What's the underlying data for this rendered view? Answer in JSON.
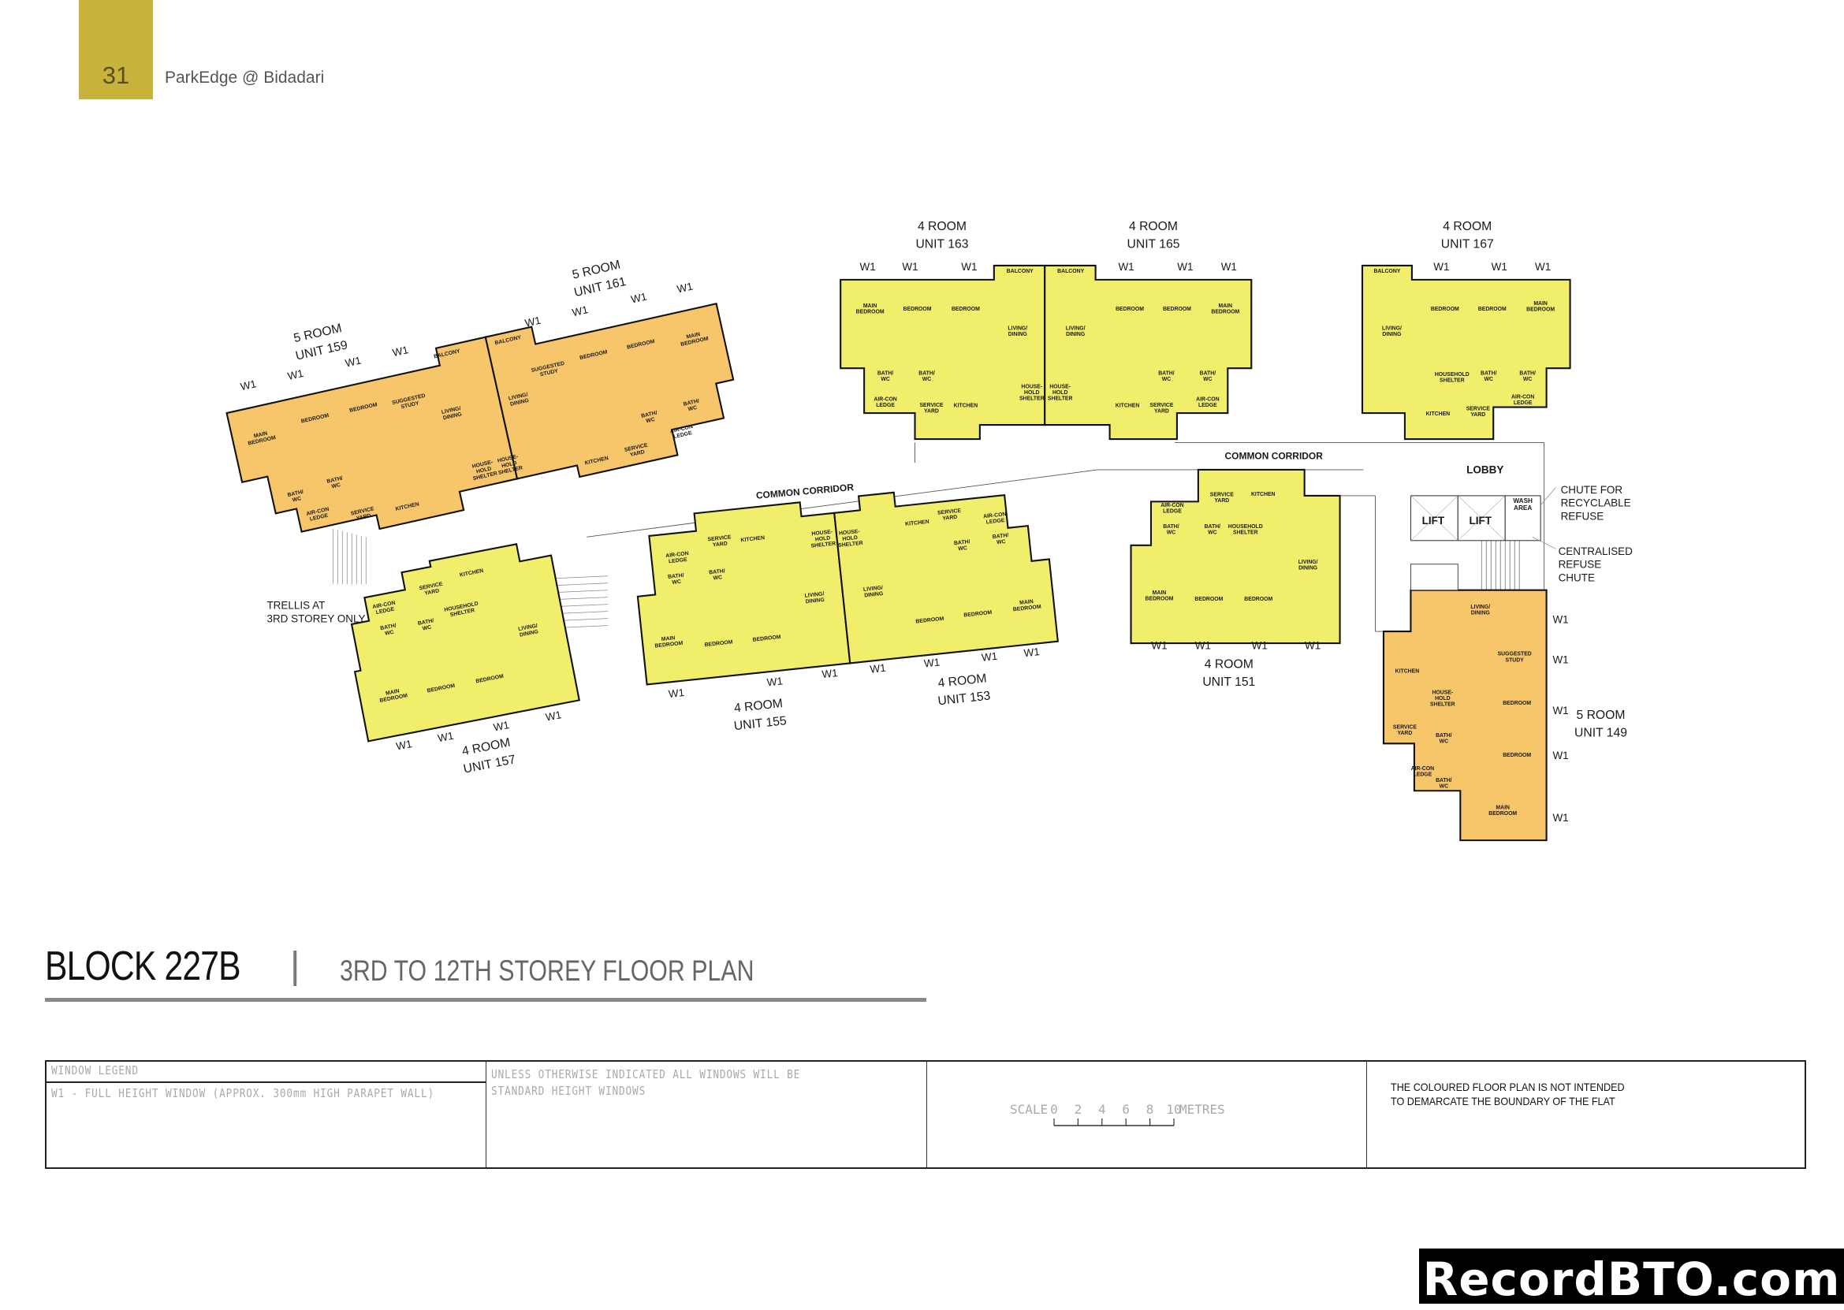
{
  "header": {
    "page_number": "31",
    "project": "ParkEdge @ Bidadari"
  },
  "title": {
    "block": "BLOCK 227B",
    "separator": "|",
    "subtitle": "3RD TO 12TH STOREY FLOOR PLAN"
  },
  "colors": {
    "five_room": "#F7C56A",
    "four_room": "#F1EE6C",
    "badge": "#C8B23C"
  },
  "units": [
    {
      "type": "4 ROOM",
      "unit": "UNIT 163",
      "rooms": [
        "MAIN BEDROOM",
        "BEDROOM",
        "BEDROOM",
        "LIVING/ DINING",
        "BATH/ WC",
        "BATH/ WC",
        "AIR-CON LEDGE",
        "SERVICE YARD",
        "KITCHEN",
        "HOUSE- HOLD SHELTER",
        "BALCONY"
      ],
      "windows": [
        "W1",
        "W1",
        "W1"
      ]
    },
    {
      "type": "4 ROOM",
      "unit": "UNIT 165",
      "rooms": [
        "BALCONY",
        "LIVING/ DINING",
        "BEDROOM",
        "BEDROOM",
        "MAIN BEDROOM",
        "BATH/ WC",
        "BATH/ WC",
        "KITCHEN",
        "SERVICE YARD",
        "AIR-CON LEDGE",
        "HOUSE- HOLD SHELTER"
      ],
      "windows": [
        "W1",
        "W1",
        "W1"
      ]
    },
    {
      "type": "4 ROOM",
      "unit": "UNIT 167",
      "rooms": [
        "BALCONY",
        "LIVING/ DINING",
        "BEDROOM",
        "BEDROOM",
        "MAIN BEDROOM",
        "HOUSEHOLD SHELTER",
        "BATH/ WC",
        "BATH/ WC",
        "AIR-CON LEDGE",
        "KITCHEN",
        "SERVICE YARD"
      ],
      "windows": [
        "W1",
        "W1",
        "W1"
      ]
    },
    {
      "type": "5 ROOM",
      "unit": "UNIT 159",
      "rooms": [
        "MAIN BEDROOM",
        "BEDROOM",
        "BEDROOM",
        "SUGGESTED STUDY",
        "LIVING/ DINING",
        "BALCONY",
        "BATH/ WC",
        "BATH/ WC",
        "AIR-CON LEDGE",
        "SERVICE YARD",
        "KITCHEN",
        "HOUSE- HOLD SHELTER"
      ],
      "windows": [
        "W1",
        "W1",
        "W1",
        "W1"
      ]
    },
    {
      "type": "5 ROOM",
      "unit": "UNIT 161",
      "rooms": [
        "BALCONY",
        "LIVING/ DINING",
        "SUGGESTED STUDY",
        "BEDROOM",
        "BEDROOM",
        "MAIN BEDROOM",
        "BATH/ WC",
        "BATH/ WC",
        "AIR-CON LEDGE",
        "SERVICE YARD",
        "KITCHEN",
        "HOUSE- HOLD SHELTER"
      ],
      "windows": [
        "W1",
        "W1",
        "W1",
        "W1"
      ]
    },
    {
      "type": "4 ROOM",
      "unit": "UNIT 157",
      "rooms": [
        "MAIN BEDROOM",
        "BEDROOM",
        "BEDROOM",
        "LIVING/ DINING",
        "BATH/ WC",
        "BATH/ WC",
        "AIR-CON LEDGE",
        "SERVICE YARD",
        "HOUSEHOLD SHELTER",
        "KITCHEN"
      ],
      "windows": [
        "W1",
        "W1",
        "W1",
        "W1"
      ]
    },
    {
      "type": "4 ROOM",
      "unit": "UNIT 155",
      "rooms": [
        "MAIN BEDROOM",
        "BEDROOM",
        "BEDROOM",
        "LIVING/ DINING",
        "AIR-CON LEDGE",
        "BATH/ WC",
        "BATH/ WC",
        "SERVICE YARD",
        "KITCHEN",
        "HOUSE- HOLD SHELTER"
      ],
      "windows": [
        "W1",
        "W1",
        "W1"
      ]
    },
    {
      "type": "4 ROOM",
      "unit": "UNIT 153",
      "rooms": [
        "HOUSE- HOLD SHELTER",
        "LIVING/ DINING",
        "BEDROOM",
        "BEDROOM",
        "MAIN BEDROOM",
        "KITCHEN",
        "SERVICE YARD",
        "AIR-CON LEDGE",
        "BATH/ WC",
        "BATH/ WC"
      ],
      "windows": [
        "W1",
        "W1",
        "W1",
        "W1"
      ]
    },
    {
      "type": "4 ROOM",
      "unit": "UNIT 151",
      "rooms": [
        "SERVICE YARD",
        "KITCHEN",
        "AIR-CON LEDGE",
        "BATH/ WC",
        "BATH/ WC",
        "HOUSEHOLD SHELTER",
        "LIVING/ DINING",
        "MAIN BEDROOM",
        "BEDROOM",
        "BEDROOM"
      ],
      "windows": [
        "W1",
        "W1",
        "W1",
        "W1"
      ]
    },
    {
      "type": "5 ROOM",
      "unit": "UNIT 149",
      "rooms": [
        "LIVING/ DINING",
        "SUGGESTED STUDY",
        "KITCHEN",
        "HOUSE- HOLD SHELTER",
        "BEDROOM",
        "SERVICE YARD",
        "BATH/ WC",
        "BEDROOM",
        "BATH/ WC",
        "AIR-CON LEDGE",
        "MAIN BEDROOM"
      ],
      "windows": [
        "W1",
        "W1",
        "W1",
        "W1",
        "W1"
      ]
    }
  ],
  "common_areas": {
    "corridor_labels": [
      "COMMON CORRIDOR",
      "COMMON CORRIDOR"
    ],
    "lobby": "LOBBY",
    "lifts": [
      "LIFT",
      "LIFT"
    ],
    "wash_area": "WASH AREA",
    "chute_recyclable": "CHUTE FOR RECYCLABLE REFUSE",
    "centralised_chute": "CENTRALISED REFUSE CHUTE",
    "trellis": "TRELLIS AT 3RD STOREY ONLY"
  },
  "legend": {
    "window_legend_title": "WINDOW LEGEND",
    "w1_description": "W1 - FULL HEIGHT WINDOW (APPROX. 300mm HIGH PARAPET WALL)",
    "standard_note_line1": "UNLESS OTHERWISE INDICATED ALL WINDOWS WILL BE",
    "standard_note_line2": "STANDARD HEIGHT WINDOWS",
    "scale_word": "SCALE",
    "scale_ticks": [
      "0",
      "2",
      "4",
      "6",
      "8",
      "10"
    ],
    "scale_unit": "METRES",
    "disclaimer_line1": "THE COLOURED FLOOR PLAN IS NOT INTENDED",
    "disclaimer_line2": "TO DEMARCATE THE BOUNDARY OF THE FLAT"
  },
  "watermark": "RecordBTO.com"
}
